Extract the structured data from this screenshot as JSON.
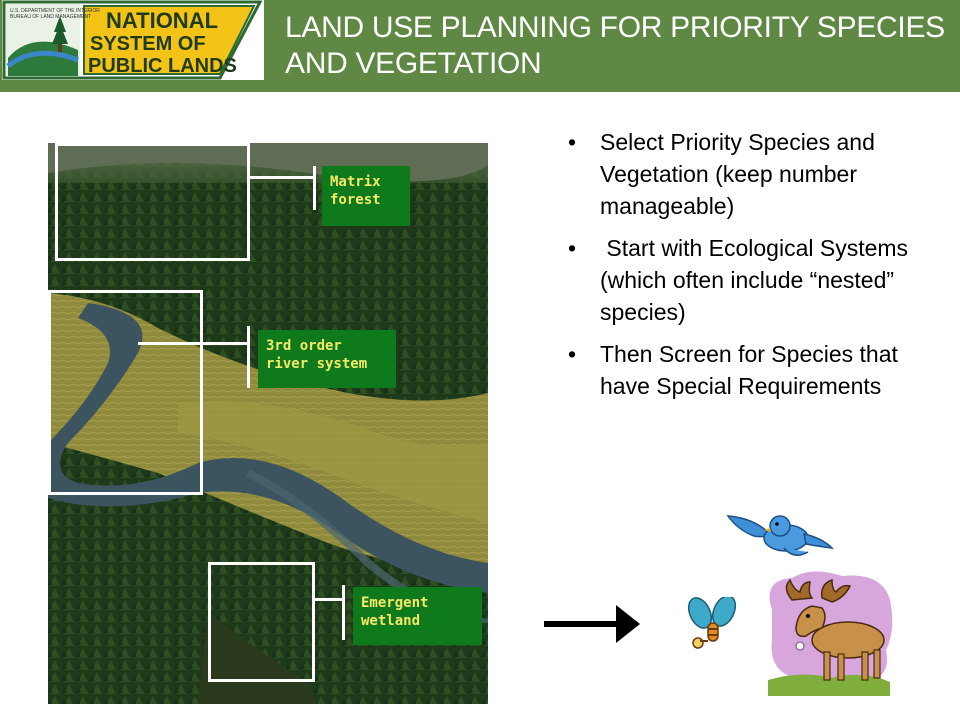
{
  "header": {
    "title": "LAND USE PLANNING FOR PRIORITY SPECIES AND VEGETATION",
    "logo": {
      "agency_line1": "U.S. DEPARTMENT OF THE INTERIOR",
      "agency_line2": "BUREAU OF LAND MANAGEMENT",
      "line1": "NATIONAL",
      "line2": "SYSTEM OF",
      "line3": "PUBLIC LANDS"
    }
  },
  "photo_labels": {
    "matrix_forest": "Matrix forest",
    "river_system": "3rd order river system",
    "emergent_wetland": "Emergent wetland"
  },
  "bullets": [
    {
      "marker": "•",
      "text": "Select Priority Species and Vegetation  (keep number manageable)"
    },
    {
      "marker": "•",
      "text": " Start with Ecological Systems (which often include “nested” species)"
    },
    {
      "marker": "•",
      "text": "Then Screen for Species that have Special Requirements"
    }
  ],
  "colors": {
    "header_green": "#5f8845",
    "label_green": "#0e7a1c",
    "label_text": "#f6e96a"
  }
}
